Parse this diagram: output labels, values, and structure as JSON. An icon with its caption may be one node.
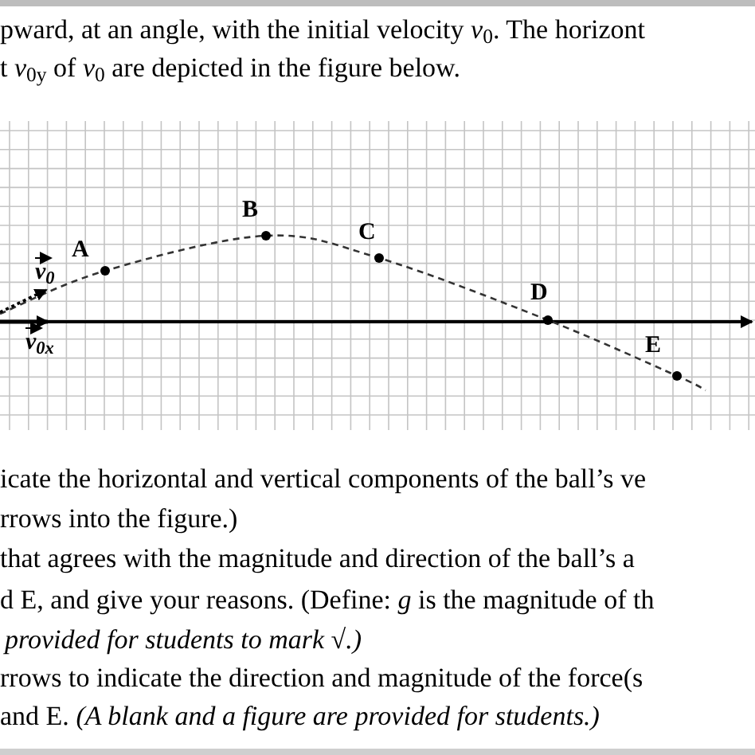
{
  "diagram": {
    "labels": [
      "pward, at an angle, with the initial velocity *v*$_{0}$. The horizont",
      "t *v*$_{0y}$ of *v*$_{0}$ are depicted in the figure below.",
      "B",
      "C",
      "A",
      "v$_{0}$",
      "D",
      "v$_{0x}$",
      "E",
      "icate the horizontal and vertical components of the ball’s ve",
      "rrows into the figure.)",
      " that agrees with the magnitude and direction of the ball’s a",
      "d E, and give your reasons. (Define: *g* is the magnitude of th",
      "provided for students to mark √.)",
      "rrows to indicate the direction and magnitude of the force(s",
      "and E. *(A blank and a figure are provided for students.)*"
    ]
  }
}
